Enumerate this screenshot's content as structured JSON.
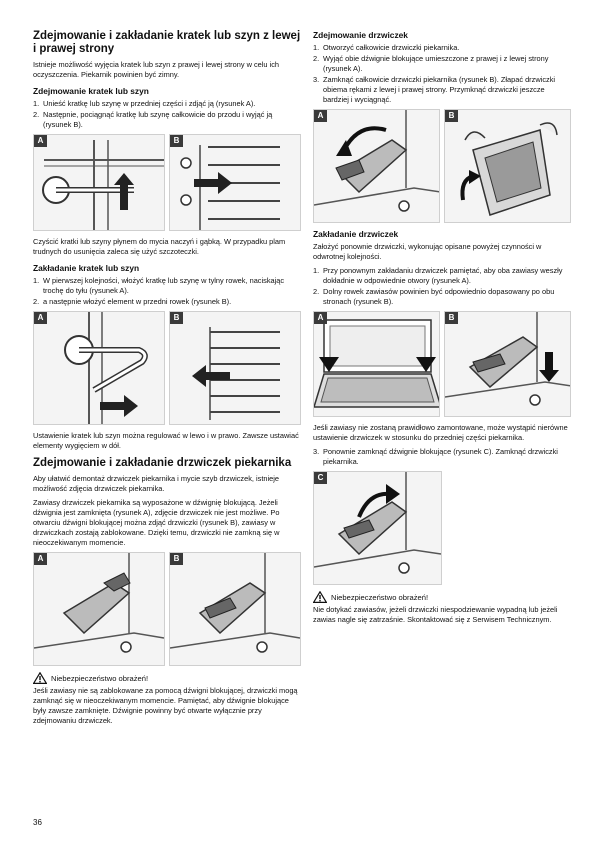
{
  "left": {
    "title1": "Zdejmowanie i zakładanie kratek lub szyn z lewej i prawej strony",
    "intro": "Istnieje możliwość wyjęcia kratek lub szyn z prawej i lewej strony w celu ich oczyszczenia. Piekarnik powinien być zimny.",
    "sub_remove": "Zdejmowanie kratek lub szyn",
    "remove_steps": [
      "Unieść kratkę lub szynę w przedniej części i zdjąć ją (rysunek A).",
      "Następnie, pociągnąć kratkę lub szynę całkowicie do przodu i wyjąć ją (rysunek B)."
    ],
    "clean_text": "Czyścić kratki lub szyny płynem do mycia naczyń i gąbką. W przypadku plam trudnych do usunięcia zaleca się użyć szczoteczki.",
    "sub_install": "Zakładanie kratek lub szyn",
    "install_steps": [
      "W pierwszej kolejności, włożyć kratkę lub szynę w tylny rowek, naciskając trochę do tyłu (rysunek A).",
      "a następnie włożyć element w przedni rowek (rysunek B)."
    ],
    "adjust_text": "Ustawienie kratek lub szyn można regulować w lewo i w prawo. Zawsze ustawiać elementy wygięciem w dół.",
    "title2": "Zdejmowanie i zakładanie drzwiczek piekarnika",
    "door_p1": "Aby ułatwić demontaż drzwiczek piekarnika i mycie szyb drzwiczek, istnieje możliwość zdjęcia drzwiczek piekarnika.",
    "door_p2": "Zawiasy drzwiczek piekarnika są wyposażone w dźwignię blokującą. Jeżeli dźwignia jest zamknięta (rysunek A), zdjęcie drzwiczek nie jest możliwe. Po otwarciu dźwigni blokującej można zdjąć drzwiczki (rysunek B), zawiasy w drzwiczkach zostają zablokowane. Dzięki temu, drzwiczki nie zamkną się w nieoczekiwanym momencie.",
    "warn_title": "Niebezpieczeństwo obrażeń!",
    "warn_text": "Jeśli zawiasy nie są zablokowane za pomocą dźwigni blokującej, drzwiczki mogą zamknąć się w nieoczekiwanym momencie. Pamiętać, aby dźwignie blokujące były zawsze zamknięte. Dźwignie powinny być otwarte wyłącznie przy zdejmowaniu drzwiczek.",
    "page_number": "36"
  },
  "right": {
    "sub_remove_door": "Zdejmowanie drzwiczek",
    "remove_door_steps": [
      "Otworzyć całkowicie drzwiczki piekarnika.",
      "Wyjąć obie dźwignie blokujące umieszczone z prawej i z lewej strony (rysunek A).",
      "Zamknąć całkowicie drzwiczki piekarnika (rysunek B). Złapać drzwiczki obiema rękami z lewej i prawej strony. Przymknąć drzwiczki jeszcze bardziej i wyciągnąć."
    ],
    "sub_install_door": "Zakładanie drzwiczek",
    "install_door_intro": "Założyć ponownie drzwiczki, wykonując opisane powyżej czynności w odwrotnej kolejności.",
    "install_door_steps": [
      "Przy ponownym zakładaniu drzwiczek pamiętać, aby oba zawiasy weszły dokładnie w odpowiednie otwory (rysunek A).",
      "Dolny rowek zawiasów powinien być odpowiednio dopasowany po obu stronach (rysunek B)."
    ],
    "misalign_text": "Jeśli zawiasy nie zostaną prawidłowo zamontowane, może wystąpić nierówne ustawienie drzwiczek w stosunku do przedniej części piekarnika.",
    "install_door_step3": "Ponownie zamknąć dźwignie blokujące (rysunek C). Zamknąć drzwiczki piekarnika.",
    "warn_title": "Niebezpieczeństwo obrażeń!",
    "warn_text": "Nie dotykać zawiasów, jeżeli drzwiczki niespodziewanie wypadną lub jeżeli zawias nagle się zatrzaśnie. Skontaktować się z Serwisem Technicznym."
  },
  "figures": {
    "label_a": "A",
    "label_b": "B",
    "label_c": "C"
  },
  "icons": {
    "warning": "warning-triangle-icon"
  }
}
